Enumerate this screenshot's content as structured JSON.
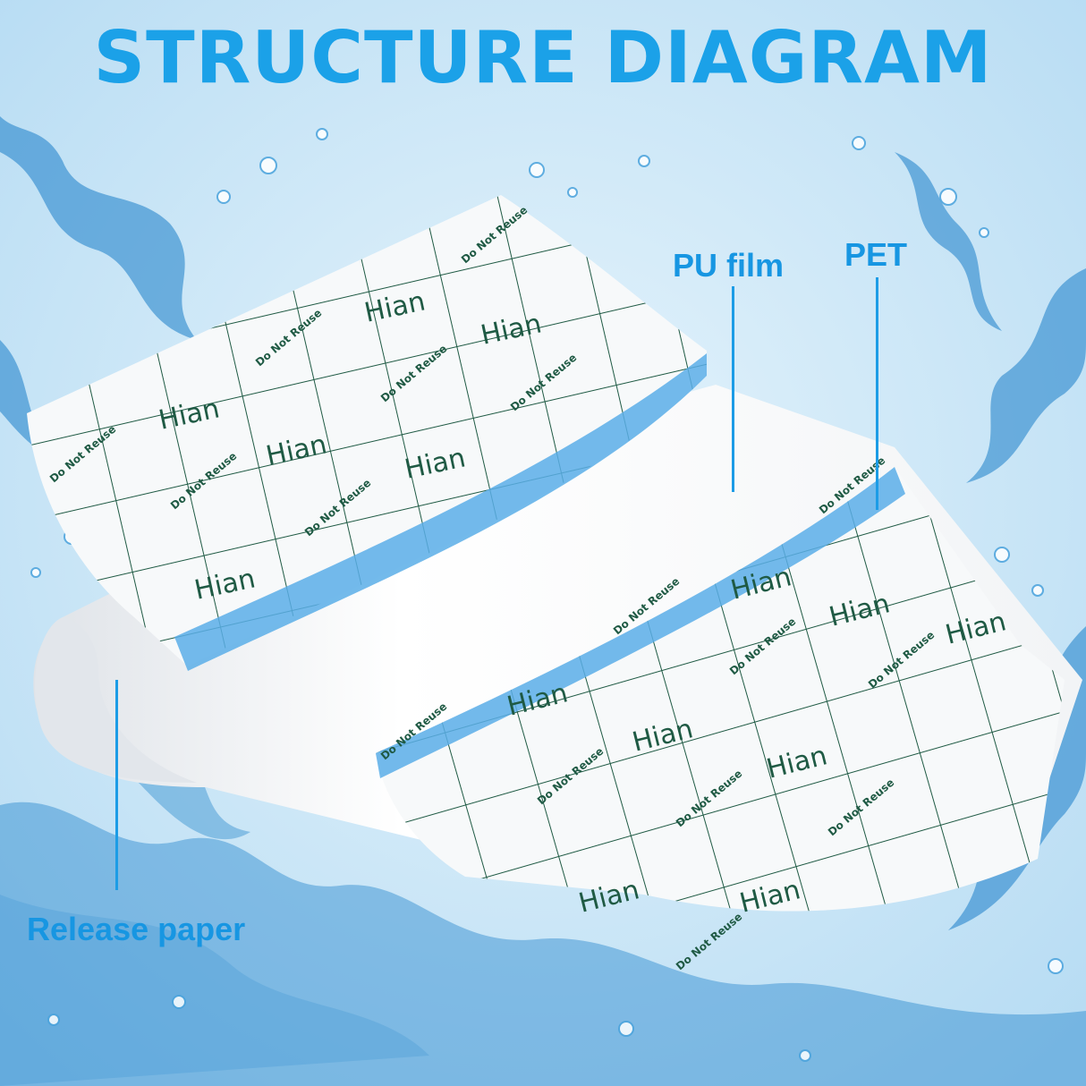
{
  "title": "STRUCTURE DIAGRAM",
  "labels": {
    "pu_film": "PU film",
    "pet": "PET",
    "release_paper": "Release paper"
  },
  "brand_mark": "Hian",
  "caution_text": "Do Not Reuse",
  "colors": {
    "title": "#1ba1e8",
    "label": "#1796e2",
    "grid": "#1f5a44",
    "pet_band": "#5aaee8",
    "background": "#c8e6f7",
    "water": "#1a7fc9"
  }
}
